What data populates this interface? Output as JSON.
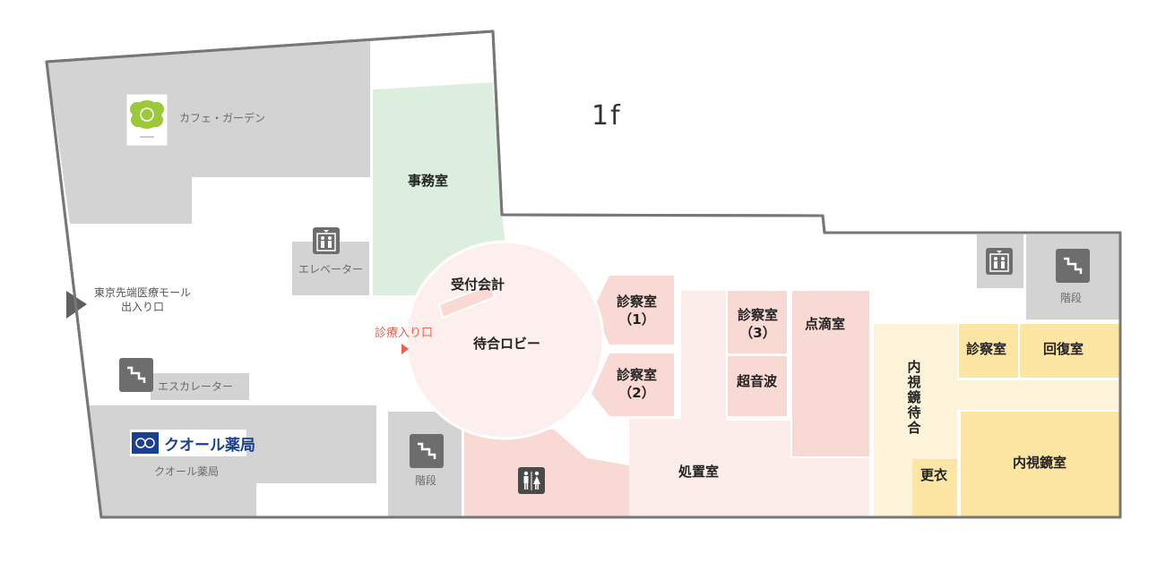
{
  "floor_label": "1f",
  "entrance": {
    "main": "東京先端医療モール\n出入り口",
    "clinic": "診療入り口"
  },
  "rooms": {
    "cafe": "カフェ・ガーデン",
    "office": "事務室",
    "elevator_left": "エレベーター",
    "escalator": "エスカレーター",
    "pharmacy": "クオール薬局",
    "pharmacy_logo": "クオール薬局",
    "stairs_left": "階段",
    "reception": "受付会計",
    "waiting_lobby": "待合ロビー",
    "exam1": "診察室\n（1）",
    "exam2": "診察室\n（2）",
    "exam3": "診察室\n（3）",
    "ultrasound": "超音波",
    "drip": "点滴室",
    "treatment": "処置室",
    "endoscopy_waiting": "内視鏡待合",
    "exam_room": "診察室",
    "recovery": "回復室",
    "changing": "更衣",
    "endoscopy": "内視鏡室",
    "stairs_right": "階段"
  },
  "colors": {
    "gray_zone": "#d3d3d3",
    "office": "#dceedd",
    "lobby": "#fdefed",
    "clinic_room": "#f8d9d3",
    "clinic_light": "#fcecea",
    "endoscopy_light": "#fdf3d8",
    "endoscopy_dark": "#fde6a3",
    "icon_bg": "#6d6d6d",
    "entrance_arrow": "#606060",
    "clinic_arrow": "#e8614d",
    "outline": "#777777"
  },
  "icons": [
    "elevator-icon",
    "stairs-icon",
    "escalator-icon",
    "restroom-icon",
    "entrance-arrow-icon"
  ]
}
